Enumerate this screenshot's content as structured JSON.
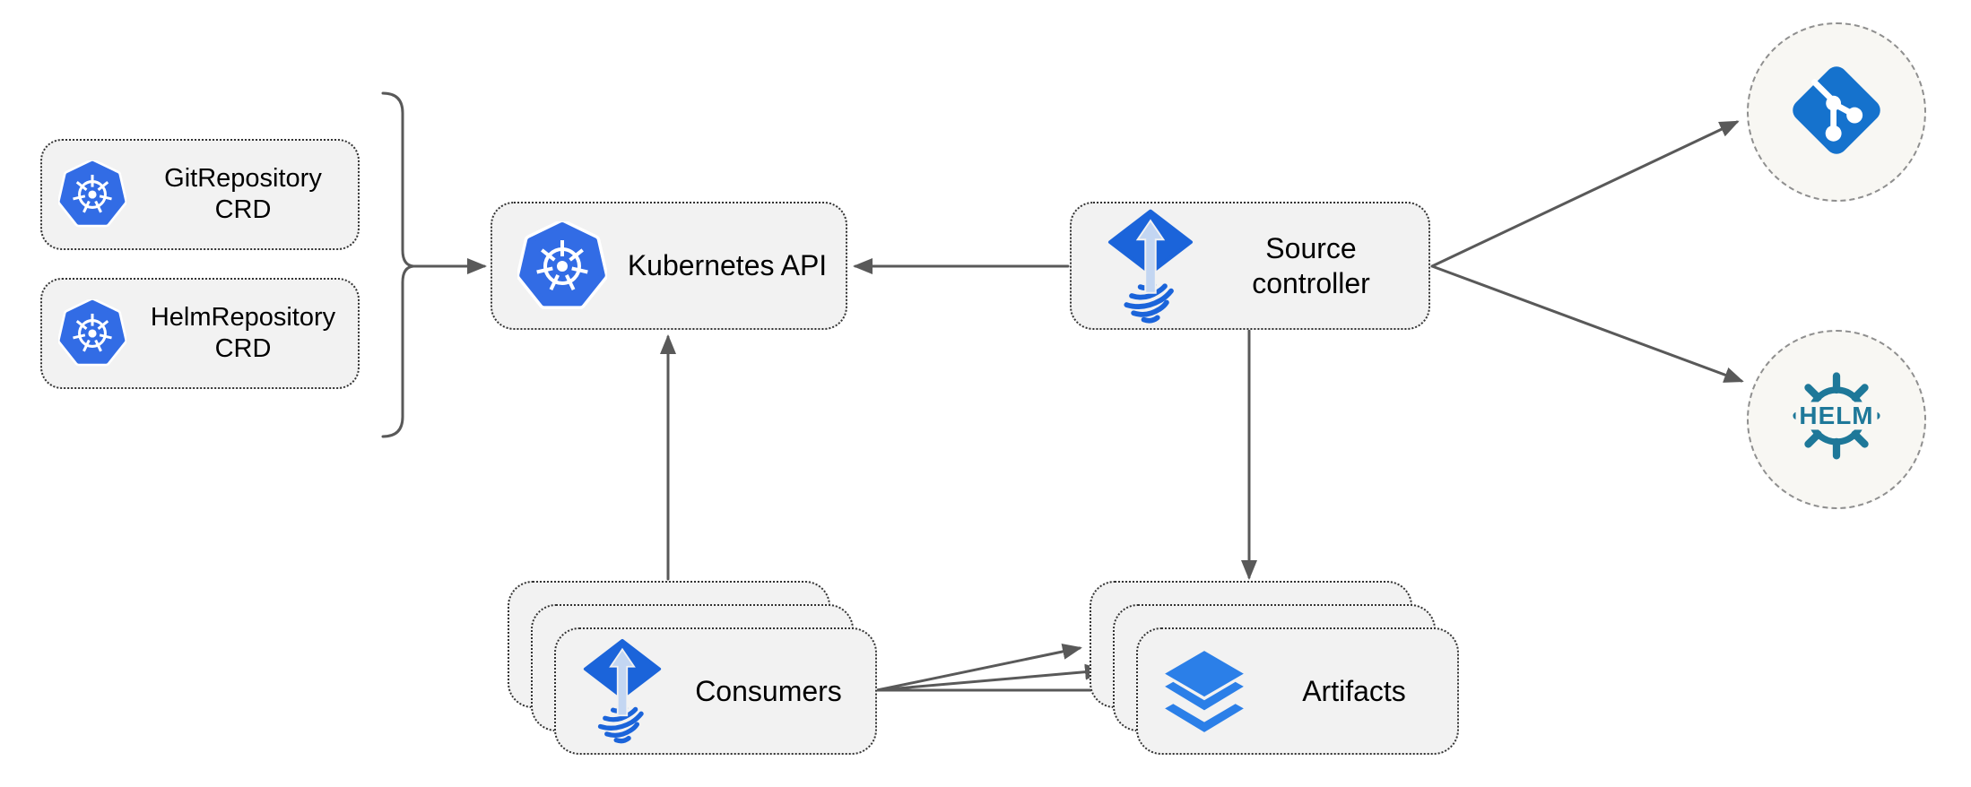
{
  "colors": {
    "kubernetes_blue": "#326ce5",
    "git_blue": "#1572cd",
    "helm_teal": "#1e7899",
    "flux_blue": "#1b64da",
    "flux_arrow_light": "#c3d6f2",
    "layers_blue": "#2b7fe8",
    "box_bg": "#f2f2f2",
    "box_border": "#333333",
    "circle_bg": "#f8f7f3",
    "circle_border": "#8f8f8f",
    "arrow": "#595959",
    "text": "#000000",
    "canvas_bg": "#ffffff"
  },
  "nodes": {
    "git_crd": {
      "line1": "GitRepository",
      "line2": "CRD",
      "icon": "kubernetes-icon"
    },
    "helm_crd": {
      "line1": "HelmRepository",
      "line2": "CRD",
      "icon": "kubernetes-icon"
    },
    "kubernetes_api": {
      "label": "Kubernetes API",
      "icon": "kubernetes-icon"
    },
    "source_controller": {
      "line1": "Source",
      "line2": "controller",
      "icon": "flux-source-icon"
    },
    "consumers": {
      "label": "Consumers",
      "icon": "flux-source-icon",
      "stack_count": 3
    },
    "artifacts": {
      "label": "Artifacts",
      "icon": "layers-icon",
      "stack_count": 3
    },
    "git_repository": {
      "icon": "git-icon"
    },
    "helm_repository": {
      "icon": "helm-icon",
      "logo_text": "HELM"
    }
  },
  "edges": [
    {
      "from": "git-crd-and-helm-crd",
      "to": "kubernetes-api",
      "kind": "brace-arrow"
    },
    {
      "from": "source-controller",
      "to": "kubernetes-api",
      "kind": "arrow"
    },
    {
      "from": "consumers",
      "to": "kubernetes-api",
      "kind": "arrow"
    },
    {
      "from": "source-controller",
      "to": "git-repository",
      "kind": "arrow"
    },
    {
      "from": "source-controller",
      "to": "helm-repository",
      "kind": "arrow"
    },
    {
      "from": "source-controller",
      "to": "artifacts",
      "kind": "arrow"
    },
    {
      "from": "consumers",
      "to": "artifacts",
      "kind": "triple-arrow"
    }
  ]
}
